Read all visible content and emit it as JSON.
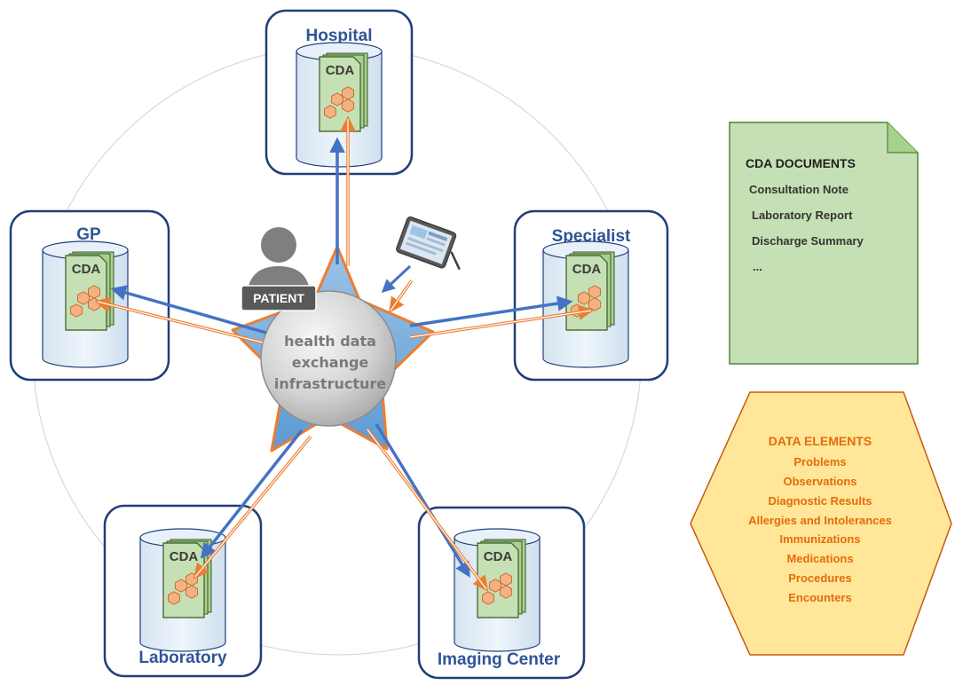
{
  "hub": {
    "lines": [
      "health data",
      "exchange",
      "infrastructure"
    ]
  },
  "patient": {
    "label": "PATIENT"
  },
  "nodes": {
    "hospital": {
      "title": "Hospital",
      "cda": "CDA"
    },
    "gp": {
      "title": "GP",
      "cda": "CDA"
    },
    "specialist": {
      "title": "Specialist",
      "cda": "CDA"
    },
    "laboratory": {
      "title": "Laboratory",
      "cda": "CDA"
    },
    "imaging": {
      "title": "Imaging Center",
      "cda": "CDA"
    }
  },
  "cda_documents": {
    "title": "CDA DOCUMENTS",
    "items": [
      "Consultation Note",
      "Laboratory Report",
      "Discharge Summary",
      "..."
    ]
  },
  "data_elements": {
    "title": "DATA ELEMENTS",
    "items": [
      "Problems",
      "Observations",
      "Diagnostic Results",
      "Allergies and Intolerances",
      "Immunizations",
      "Medications",
      "Procedures",
      "Encounters"
    ]
  },
  "colors": {
    "node_border": "#1f3f7a",
    "title_blue": "#2e5597",
    "arrow_blue": "#4472c4",
    "arrow_orange": "#ed7d31",
    "doc_green": "#c5e0b4",
    "hex_yellow": "#ffe699",
    "hex_orange_text": "#e46c0a"
  }
}
